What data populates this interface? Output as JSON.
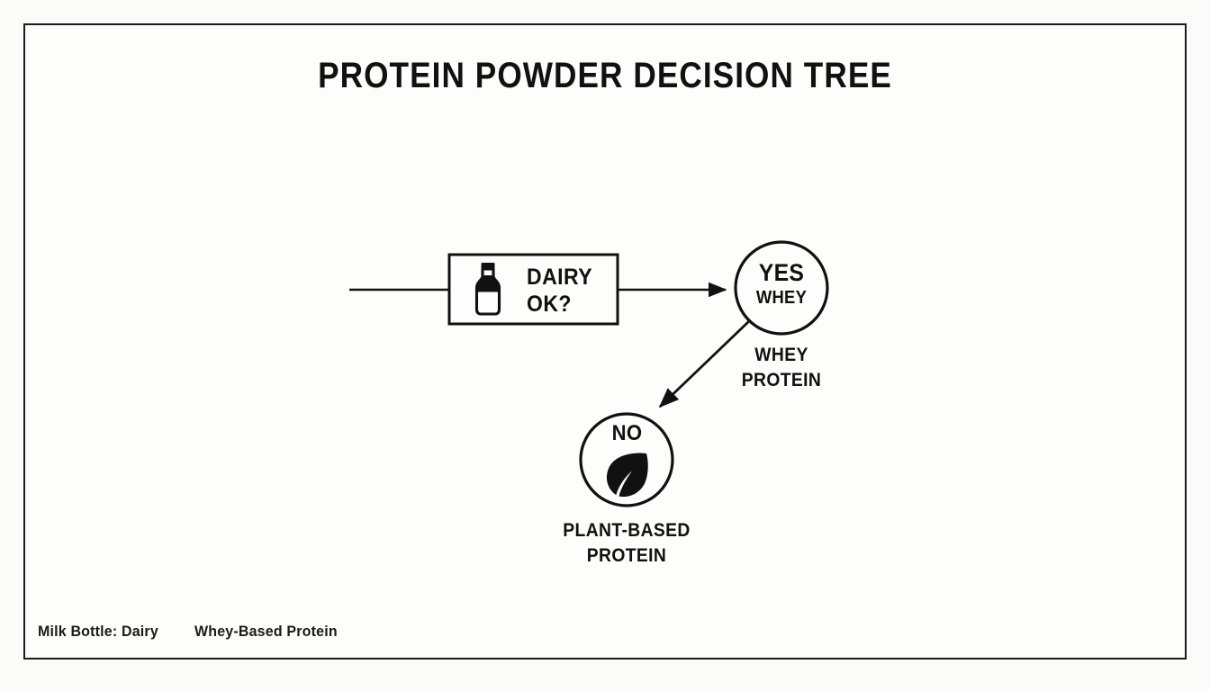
{
  "page": {
    "title": "PROTEIN POWDER DECISION TREE",
    "background_color": "#fbfbf9",
    "frame_color": "#1c1c1c",
    "ink_color": "#111111"
  },
  "diagram": {
    "type": "decision-tree",
    "entry_connector": "incoming-line",
    "decision": {
      "icon": "milk-bottle-icon",
      "line1": "DAIRY",
      "line2": "OK?"
    },
    "branches": [
      {
        "id": "yes",
        "node_primary": "YES",
        "node_secondary": "WHEY",
        "icon": null,
        "caption_line1": "WHEY",
        "caption_line2": "PROTEIN"
      },
      {
        "id": "no",
        "node_primary": "NO",
        "node_secondary": null,
        "icon": "leaf-icon",
        "caption_line1": "PLANT-BASED",
        "caption_line2": "PROTEIN"
      }
    ]
  },
  "legend": {
    "items": [
      "Milk Bottle: Dairy",
      "Whey-Based Protein"
    ]
  }
}
